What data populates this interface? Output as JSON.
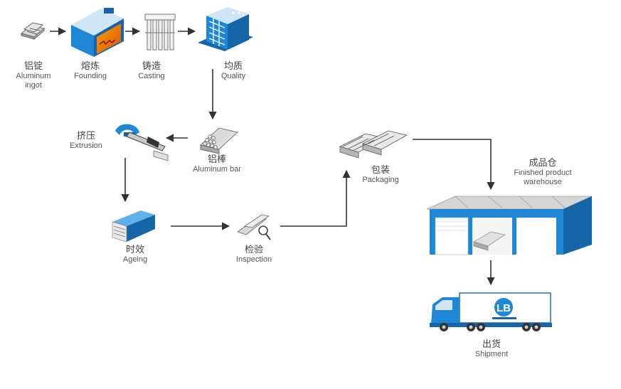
{
  "steps": {
    "ingot": {
      "zh": "铝锭",
      "en": "Aluminum",
      "en2": "ingot"
    },
    "founding": {
      "zh": "熔炼",
      "en": "Founding"
    },
    "casting": {
      "zh": "铸造",
      "en": "Casting"
    },
    "quality": {
      "zh": "均质",
      "en": "Quality"
    },
    "bar": {
      "zh": "铝棒",
      "en": "Aluminum bar"
    },
    "extrusion": {
      "zh": "挤压",
      "en": "Extrusion"
    },
    "ageing": {
      "zh": "时效",
      "en": "Ageing"
    },
    "inspection": {
      "zh": "检验",
      "en": "Inspection"
    },
    "packaging": {
      "zh": "包装",
      "en": "Packaging"
    },
    "warehouse": {
      "zh": "成品仓",
      "en": "Finished product",
      "en2": "warehouse"
    },
    "shipment": {
      "zh": "出货",
      "en": "Shipment"
    }
  },
  "colors": {
    "blue": "#1e88d6",
    "darkblue": "#1565a8",
    "arrow": "#333333",
    "gray": "#888888"
  },
  "icons": [
    "ingot-icon",
    "furnace-icon",
    "casting-icon",
    "homogenizing-icon",
    "aluminum-bar-icon",
    "extrusion-press-icon",
    "ageing-oven-icon",
    "inspection-icon",
    "packaging-icon",
    "warehouse-icon",
    "truck-icon"
  ]
}
